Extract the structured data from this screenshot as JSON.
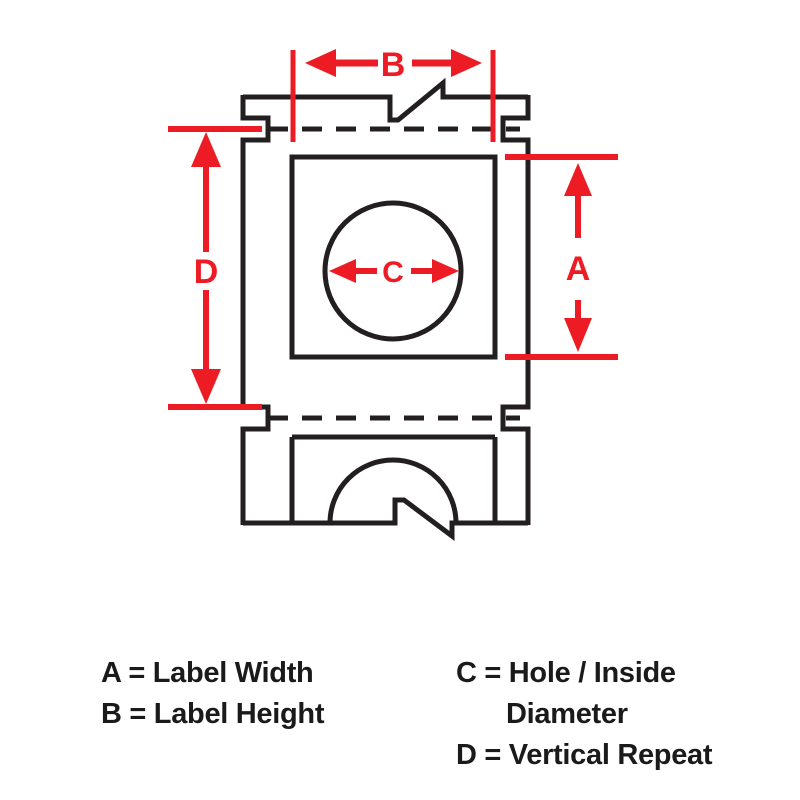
{
  "figure": {
    "title": "Label dimension reference diagram",
    "colors": {
      "outline": "#231f20",
      "dimension": "#ed1c24",
      "background": "#ffffff"
    },
    "dimension_labels": {
      "a": "A",
      "b": "B",
      "c": "C",
      "d": "D"
    }
  },
  "legend": {
    "left_column": [
      {
        "key": "A",
        "text": "A = Label Width"
      },
      {
        "key": "B",
        "text": "B = Label Height"
      }
    ],
    "right_column": [
      {
        "key": "C",
        "text": "C = Hole / Inside"
      },
      {
        "key": "C2",
        "text": "Diameter"
      },
      {
        "key": "D",
        "text": "D = Vertical Repeat"
      }
    ]
  },
  "diagram": {
    "elements": [
      {
        "name": "label-web-outline",
        "description": "Continuous label web with side notches"
      },
      {
        "name": "label-body-rectangle",
        "description": "Printable label area rectangle"
      },
      {
        "name": "hole-circle",
        "description": "Center hole / inside diameter circle"
      },
      {
        "name": "perforation-line-top",
        "description": "Dashed perforation / cut line above label"
      },
      {
        "name": "perforation-line-bottom",
        "description": "Dashed perforation / cut line below label"
      },
      {
        "name": "break-line-top",
        "description": "Zigzag break line indicating continuation"
      },
      {
        "name": "break-line-bottom",
        "description": "Zigzag break line indicating continuation"
      },
      {
        "name": "partial-label-below",
        "description": "Partially shown next label with half circle"
      }
    ]
  }
}
